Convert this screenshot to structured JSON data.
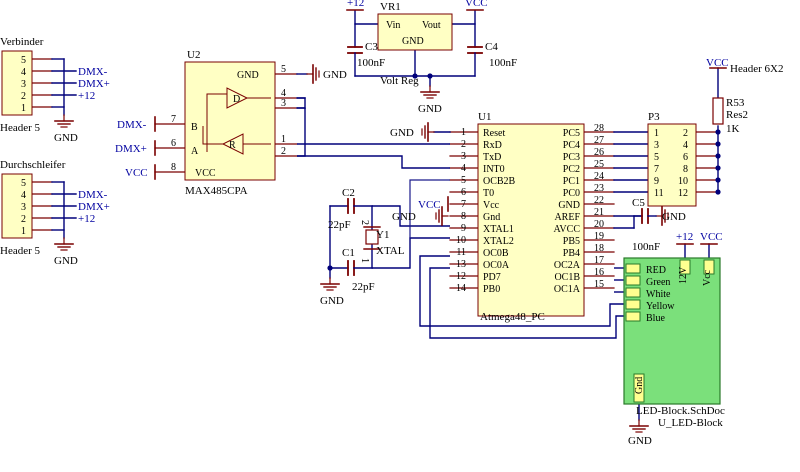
{
  "colors": {
    "wire": "#00007a",
    "bus": "#1a1a8c",
    "pin": "#7a0000",
    "body_fill": "#ffffc4",
    "body_stroke": "#7a0000",
    "block_fill": "#7be07b",
    "block_stroke": "#2a7a2a",
    "port_fill": "#ffff90",
    "power": "#7a0000",
    "text": "#000000"
  },
  "nets": {
    "vcc": "VCC",
    "v12": "+12",
    "gnd": "GND",
    "dmx_minus": "DMX-",
    "dmx_plus": "DMX+"
  },
  "headers": {
    "verbinder": {
      "title": "Verbinder",
      "caption": "Header 5",
      "pins": [
        "5",
        "4",
        "3",
        "2",
        "1"
      ],
      "labels": [
        "",
        "DMX-",
        "DMX+",
        "+12",
        ""
      ]
    },
    "durchschleifer": {
      "title": "Durchschleifer",
      "caption": "Header 5",
      "pins": [
        "5",
        "4",
        "3",
        "2",
        "1"
      ],
      "labels": [
        "",
        "DMX-",
        "DMX+",
        "+12",
        ""
      ]
    }
  },
  "u2": {
    "ref": "U2",
    "part": "MAX485CPA",
    "gnd_label": "GND",
    "vcc_label": "VCC",
    "pin_numbers": {
      "gnd": "5",
      "n4": "4",
      "n3": "3",
      "n7": "7",
      "n6": "6",
      "n1": "1",
      "n2": "2",
      "vcc": "8"
    },
    "inner_labels": {
      "b": "B",
      "a": "A",
      "d": "D",
      "r": "R"
    }
  },
  "vr1": {
    "ref": "VR1",
    "part": "Volt Reg",
    "vin": "Vin",
    "vout": "Vout",
    "gnd": "GND",
    "c3_ref": "C3",
    "c3_val": "100nF",
    "c4_ref": "C4",
    "c4_val": "100nF"
  },
  "u1": {
    "ref": "U1",
    "part": "Atmega48_PC",
    "left_pins": [
      {
        "num": "1",
        "name": "Reset"
      },
      {
        "num": "2",
        "name": "RxD"
      },
      {
        "num": "3",
        "name": "TxD"
      },
      {
        "num": "4",
        "name": "INT0"
      },
      {
        "num": "5",
        "name": "OCB2B"
      },
      {
        "num": "6",
        "name": "T0"
      },
      {
        "num": "7",
        "name": "Vcc"
      },
      {
        "num": "8",
        "name": "Gnd"
      },
      {
        "num": "9",
        "name": "XTAL1"
      },
      {
        "num": "10",
        "name": "XTAL2"
      },
      {
        "num": "11",
        "name": "OC0B"
      },
      {
        "num": "13",
        "name": "OC0A"
      },
      {
        "num": "12",
        "name": "PD7"
      },
      {
        "num": "14",
        "name": "PB0"
      }
    ],
    "right_pins": [
      {
        "num": "28",
        "name": "PC5"
      },
      {
        "num": "27",
        "name": "PC4"
      },
      {
        "num": "26",
        "name": "PC3"
      },
      {
        "num": "25",
        "name": "PC2"
      },
      {
        "num": "24",
        "name": "PC1"
      },
      {
        "num": "23",
        "name": "PC0"
      },
      {
        "num": "22",
        "name": "GND"
      },
      {
        "num": "21",
        "name": "AREF"
      },
      {
        "num": "20",
        "name": "AVCC"
      },
      {
        "num": "19",
        "name": "PB5"
      },
      {
        "num": "18",
        "name": "PB4"
      },
      {
        "num": "17",
        "name": "OC2A"
      },
      {
        "num": "16",
        "name": "OC1B"
      },
      {
        "num": "15",
        "name": "OC1A"
      }
    ]
  },
  "p3": {
    "ref": "P3",
    "part": "Header 6X2",
    "left_pins": [
      "1",
      "3",
      "5",
      "7",
      "9",
      "11"
    ],
    "right_pins": [
      "2",
      "4",
      "6",
      "8",
      "10",
      "12"
    ]
  },
  "r53": {
    "ref": "R53",
    "part": "Res2",
    "value": "1K"
  },
  "c5": {
    "ref": "C5",
    "value": "100nF"
  },
  "crystal": {
    "y1_ref": "Y1",
    "y1_part": "XTAL",
    "c1_ref": "C1",
    "c1_val": "22pF",
    "c2_ref": "C2",
    "c2_val": "22pF",
    "pin1": "1",
    "pin2": "2"
  },
  "led_block": {
    "sheet": "LED-Block.SchDoc",
    "designator": "U_LED-Block",
    "ports": [
      "RED",
      "Green",
      "White",
      "Yellow",
      "Blue"
    ],
    "port_12v": "12V",
    "port_vcc": "Vcc",
    "port_gnd": "Gnd"
  }
}
